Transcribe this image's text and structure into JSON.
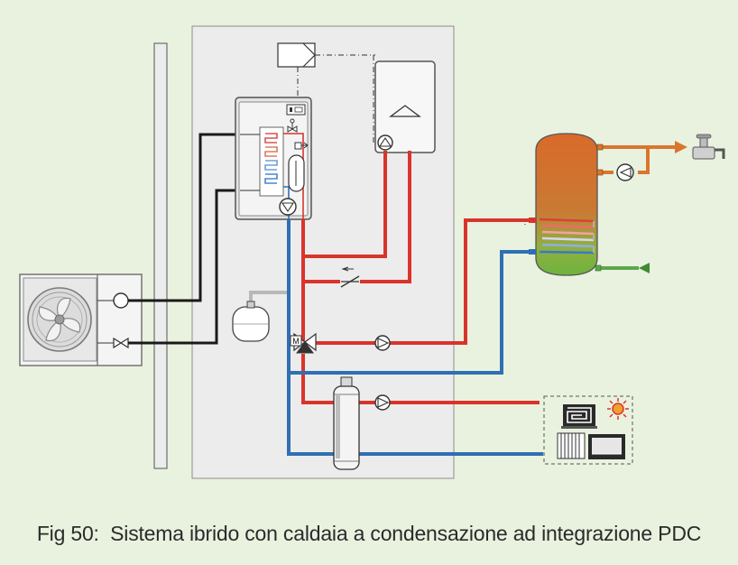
{
  "caption": {
    "figure_label": "Fig 50:",
    "text": "Sistema ibrido con caldaia a condensazione ad integrazione PDC"
  },
  "colors": {
    "background": "#e9f2df",
    "panel": "#ececec",
    "hot_pipe": "#d9342b",
    "cold_pipe": "#2f6fb3",
    "signal_wire": "#1a1a1a",
    "dhw_pipe": "#d9762e",
    "cold_water_pipe": "#5aa84a"
  },
  "symbols": {
    "mixing_valve_letter": "M"
  },
  "icons": [
    "heat-pump-outdoor-unit-icon",
    "fan-icon",
    "circulator-pump-icon",
    "expansion-vessel-icon",
    "three-way-mixing-valve-icon",
    "check-valve-icon",
    "hydraulic-separator-icon",
    "dhw-storage-tank-icon",
    "tap-icon",
    "underfloor-heating-icon",
    "sun-icon",
    "radiator-icon",
    "fan-coil-icon",
    "condensing-boiler-icon",
    "control-unit-icon"
  ]
}
